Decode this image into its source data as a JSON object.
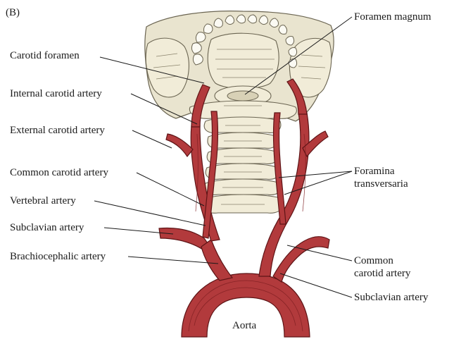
{
  "panel_label": "(B)",
  "labels": {
    "carotid_foramen": "Carotid foramen",
    "internal_carotid": "Internal carotid artery",
    "external_carotid": "External carotid artery",
    "common_carotid_left": "Common carotid artery",
    "vertebral": "Vertebral artery",
    "subclavian_left": "Subclavian artery",
    "brachiocephalic": "Brachiocephalic artery",
    "foramen_magnum": "Foramen magnum",
    "foramina_transversaria_1": "Foramina",
    "foramina_transversaria_2": "transversaria",
    "common_carotid_right_1": "Common",
    "common_carotid_right_2": "carotid artery",
    "subclavian_right": "Subclavian artery",
    "aorta": "Aorta"
  },
  "colors": {
    "artery": "#b23a3c",
    "artery_outline": "#5e1416",
    "bone": "#f1ecd8",
    "text": "#1a1a1a"
  }
}
